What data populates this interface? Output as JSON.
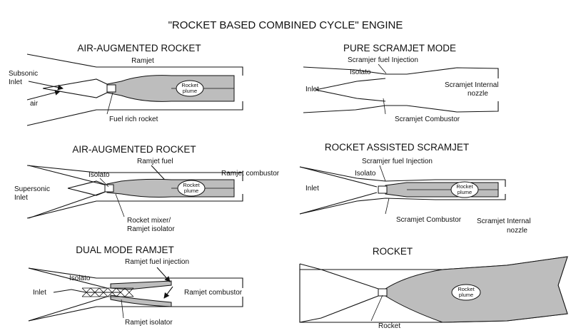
{
  "title": "\"ROCKET BASED COMBINED CYCLE\" ENGINE",
  "panels": {
    "aar1": {
      "title": "AIR-AUGMENTED ROCKET",
      "ramjet": "Ramjet",
      "subsonic_1": "Subsonic",
      "subsonic_2": "Inlet",
      "air": "air",
      "plume_1": "Rocket",
      "plume_2": "plume",
      "fuel_rich": "Fuel rich rocket"
    },
    "scram": {
      "title": "PURE SCRAMJET MODE",
      "fuel_inj": "Scramjer fuel Injection",
      "isolato": "Isolato",
      "inlet": "Inlet",
      "nozzle_1": "Scramjet Internal",
      "nozzle_2": "nozzle",
      "combustor": "Scramjet Combustor"
    },
    "aar2": {
      "title": "AIR-AUGMENTED ROCKET",
      "ramjet_fuel": "Ramjet fuel",
      "ramjet_comb": "Ramjet combustor",
      "isolato": "Isolato",
      "supersonic_1": "Supersonic",
      "supersonic_2": "Inlet",
      "plume_1": "Rocket",
      "plume_2": "plume",
      "mixer_1": "Rocket mixer/",
      "mixer_2": "Ramjet isolator"
    },
    "ras": {
      "title": "ROCKET ASSISTED SCRAMJET",
      "fuel_inj": "Scramjer fuel Injection",
      "isolato": "Isolato",
      "inlet": "Inlet",
      "plume_1": "Rocket",
      "plume_2": "plume",
      "combustor": "Scramjet Combustor",
      "nozzle_1": "Scramjet Internal",
      "nozzle_2": "nozzle"
    },
    "dmr": {
      "title": "DUAL MODE RAMJET",
      "fuel_inj": "Ramjet fuel injection",
      "isolato": "Isolato",
      "inlet": "Inlet",
      "comb": "Ramjet combustor",
      "isolator": "Ramjet isolator"
    },
    "rocket": {
      "title": "ROCKET",
      "plume_1": "Rocket",
      "plume_2": "plume",
      "rocket": "Rocket"
    }
  }
}
